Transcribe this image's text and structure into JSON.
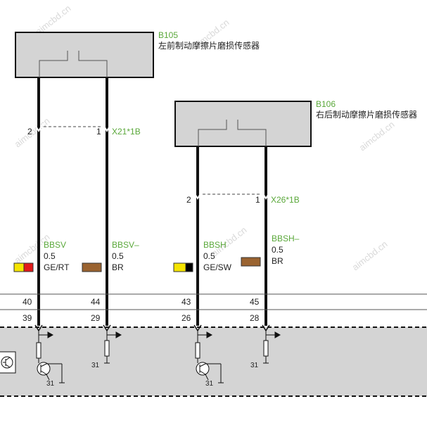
{
  "watermark": "aimcbd.cn",
  "colors": {
    "component_fill": "#d4d4d4",
    "ecu_fill": "#d4d4d4",
    "wire": "#111111",
    "code_green": "#5aa83a",
    "yellow": "#f5e400",
    "red": "#e31a1a",
    "black": "#000000",
    "brown": "#9a6330"
  },
  "components": [
    {
      "id": "B105",
      "name": "左前制动摩擦片磨损传感器"
    },
    {
      "id": "B106",
      "name": "右后制动摩擦片磨损传感器"
    }
  ],
  "connectors": [
    {
      "code": "X21*1B",
      "pins": [
        "2",
        "1"
      ]
    },
    {
      "code": "X26*1B",
      "pins": [
        "2",
        "1"
      ]
    }
  ],
  "wires": [
    {
      "signal": "BBSV",
      "gauge": "0.5",
      "color_code": "GE/RT",
      "swatch_name": "yellow-red-swatch",
      "pin_upper": "40",
      "pin_lower": "39"
    },
    {
      "signal": "BBSV–",
      "gauge": "0.5",
      "color_code": "BR",
      "swatch_name": "brown-swatch",
      "pin_upper": "44",
      "pin_lower": "29"
    },
    {
      "signal": "BBSH",
      "gauge": "0.5",
      "color_code": "GE/SW",
      "swatch_name": "yellow-black-swatch",
      "pin_upper": "43",
      "pin_lower": "26"
    },
    {
      "signal": "BBSH–",
      "gauge": "0.5",
      "color_code": "BR",
      "swatch_name": "brown-swatch",
      "pin_upper": "45",
      "pin_lower": "28"
    }
  ],
  "grounds": [
    "31",
    "31",
    "31",
    "31"
  ]
}
